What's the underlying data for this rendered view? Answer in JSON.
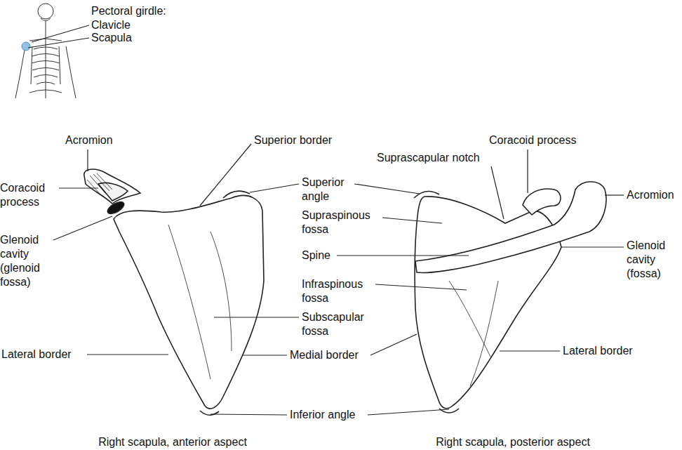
{
  "diagram": {
    "labels": [
      "Pectoral girdle:",
      "Clavicle",
      "Scapula",
      "Acromion",
      "Coracoid process",
      "Glenoid cavity (glenoid fossa)",
      "Superior border",
      "Superior angle",
      "Supraspinous fossa",
      "Spine",
      "Infraspinous fossa",
      "Subscapular fossa",
      "Lateral border",
      "Medial border",
      "Inferior angle",
      "Coracoid process",
      "Suprascapular notch",
      "Acromion",
      "Glenoid cavity (fossa)",
      "Lateral border",
      "Right scapula, anterior aspect",
      "Right scapula, posterior aspect"
    ]
  }
}
